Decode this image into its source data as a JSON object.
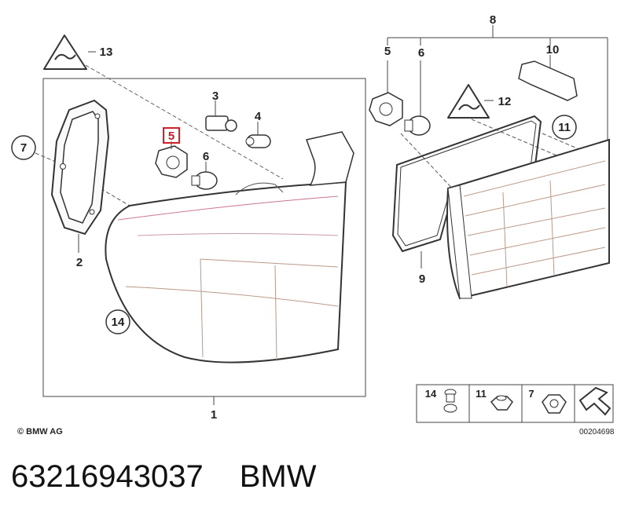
{
  "diagram": {
    "callouts": {
      "c1": "1",
      "c2": "2",
      "c3": "3",
      "c4": "4",
      "c5": "5",
      "c6a": "6",
      "c6b": "6",
      "c7": "7",
      "c8": "8",
      "c9": "9",
      "c10": "10",
      "c11": "11",
      "c12": "12",
      "c13": "13",
      "c14": "14",
      "c5b": "5"
    },
    "legend": {
      "item14": "14",
      "item11": "11",
      "item7": "7"
    },
    "copyright": "© BMW AG",
    "diagram_id": "00204698",
    "highlight_color": "#d0202a"
  },
  "footer": {
    "part_number": "63216943037",
    "brand": "BMW"
  }
}
